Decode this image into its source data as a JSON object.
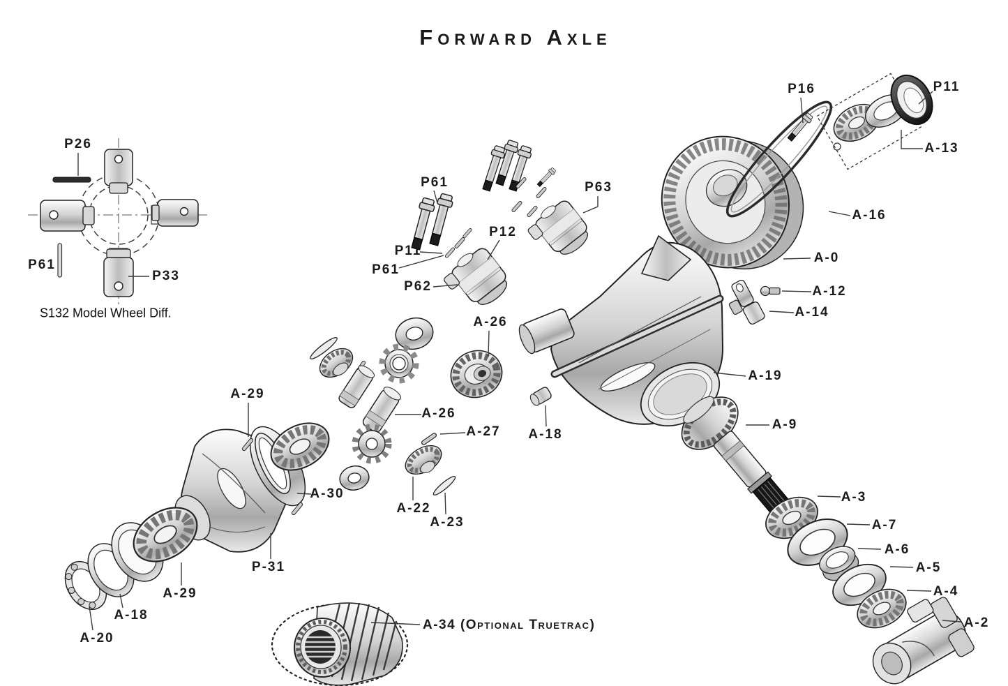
{
  "title": "Forward Axle",
  "spider_caption": "S132 Model Wheel Diff.",
  "colors": {
    "background": "#ffffff",
    "line_art": "#222222",
    "label_text": "#1b1b1b"
  },
  "labels": {
    "p26": "P26",
    "p61_spider": "P61",
    "p33": "P33",
    "p61_bolts": "P61",
    "p11_pins": "P11",
    "p61_pin": "P61",
    "p62": "P62",
    "p12": "P12",
    "p63": "P63",
    "p16": "P16",
    "p11_cap": "P11",
    "a13": "A-13",
    "a16": "A-16",
    "a0": "A-0",
    "a12": "A-12",
    "a14": "A-14",
    "a19": "A-19",
    "a18_plug": "A-18",
    "a9": "A-9",
    "a3": "A-3",
    "a7": "A-7",
    "a6": "A-6",
    "a5": "A-5",
    "a4": "A-4",
    "a2": "A-2",
    "a26_side": "A-26",
    "a29_pin": "A-29",
    "a26_shaft": "A-26",
    "a27": "A-27",
    "a30": "A-30",
    "a22": "A-22",
    "a23": "A-23",
    "p31": "P-31",
    "a29_bearing": "A-29",
    "a18_race": "A-18",
    "a20": "A-20",
    "a34": "A-34 (Optional Truetrac)"
  }
}
